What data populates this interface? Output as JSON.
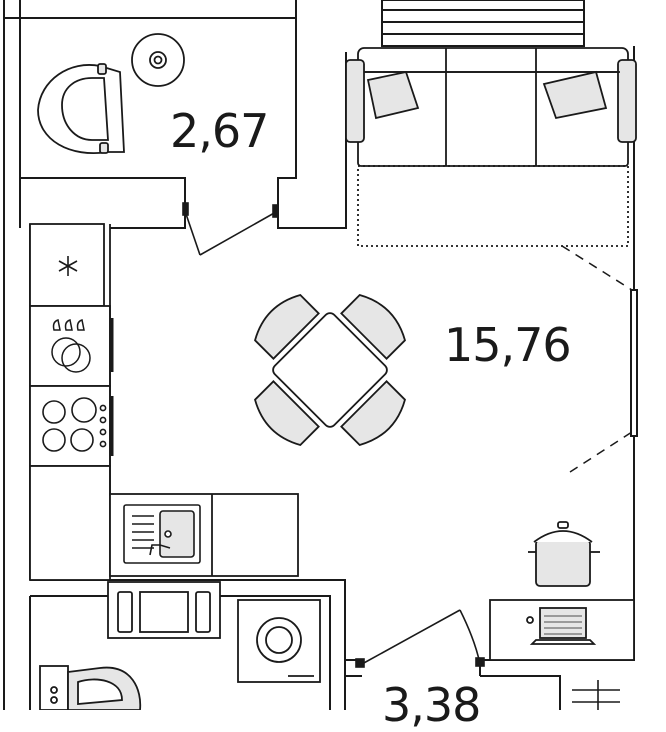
{
  "rooms": {
    "balcony": {
      "area": "2,67"
    },
    "living": {
      "area": "15,76"
    },
    "bathroom": {
      "area": "3,38"
    }
  },
  "colors": {
    "wall": "#1a1a1a",
    "furniture_fill": "#e6e6e6",
    "background": "#ffffff"
  }
}
